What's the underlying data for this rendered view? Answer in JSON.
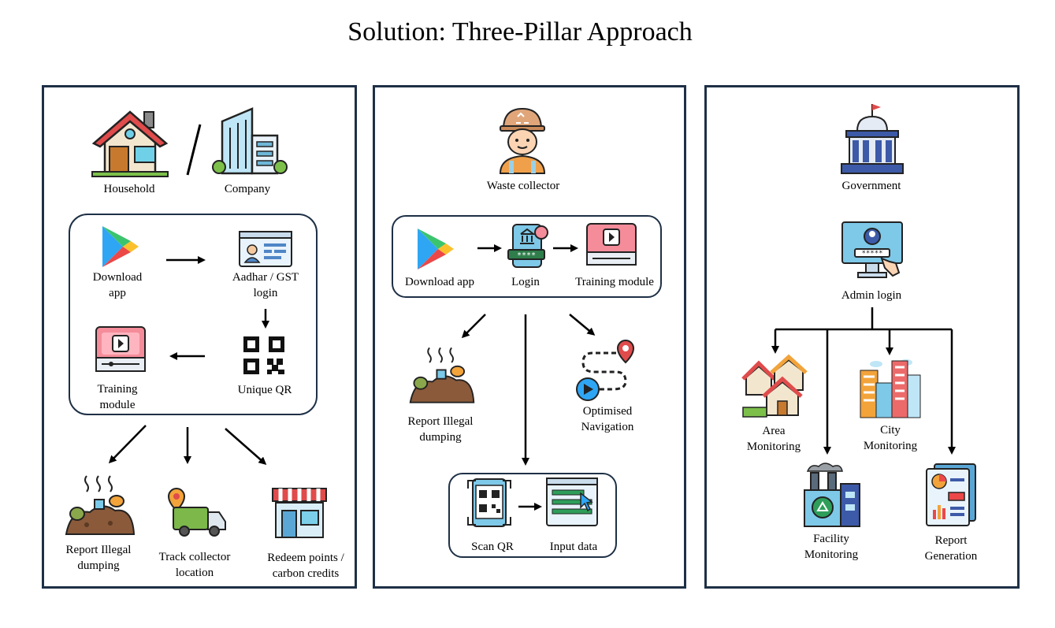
{
  "title": "Solution: Three-Pillar Approach",
  "pillar_1": {
    "household": "Household",
    "company": "Company",
    "download_app_l1": "Download",
    "download_app_l2": "app",
    "aadhar_l1": "Aadhar / GST",
    "aadhar_l2": "login",
    "training_l1": "Training",
    "training_l2": "module",
    "unique_qr": "Unique QR",
    "report_l1": "Report Illegal",
    "report_l2": "dumping",
    "track_l1": "Track collector",
    "track_l2": "location",
    "redeem_l1": "Redeem points /",
    "redeem_l2": "carbon credits"
  },
  "pillar_2": {
    "waste_collector": "Waste collector",
    "download_app": "Download app",
    "login": "Login",
    "training_module": "Training module",
    "report_l1": "Report Illegal",
    "report_l2": "dumping",
    "nav_l1": "Optimised",
    "nav_l2": "Navigation",
    "scan_qr": "Scan QR",
    "input_data": "Input data"
  },
  "pillar_3": {
    "government": "Government",
    "admin_login": "Admin login",
    "area_l1": "Area",
    "area_l2": "Monitoring",
    "city_l1": "City",
    "city_l2": "Monitoring",
    "facility_l1": "Facility",
    "facility_l2": "Monitoring",
    "report_l1": "Report",
    "report_l2": "Generation"
  },
  "colors": {
    "border": "#1e3046",
    "arrow": "#000000"
  }
}
